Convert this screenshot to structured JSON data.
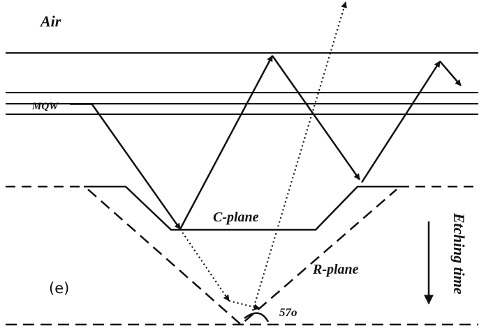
{
  "labels": {
    "air": "Air",
    "mqw": "MQW",
    "c_plane": "C-plane",
    "r_plane": "R-plane",
    "angle": "57o",
    "panel": "(e)",
    "etching_time": "Etching time"
  },
  "colors": {
    "stroke": "#111111",
    "background": "#ffffff"
  }
}
